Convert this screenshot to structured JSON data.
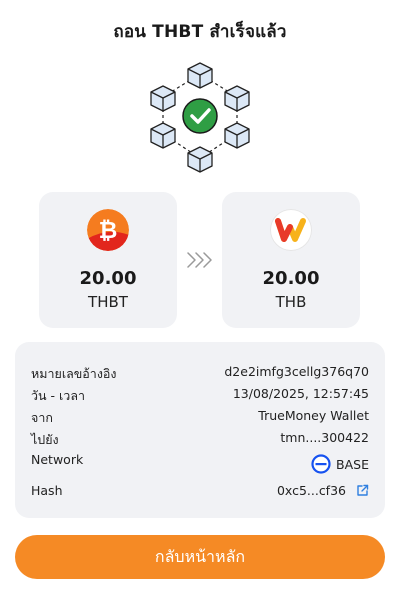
{
  "header": {
    "title": "ถอน THBT สำเร็จแล้ว"
  },
  "from": {
    "amount": "20.00",
    "currency": "THBT",
    "icon": "thbt-bitcoin-coin-icon",
    "color": "#f57c1f"
  },
  "to": {
    "amount": "20.00",
    "currency": "THB",
    "icon": "truemoney-logo-icon",
    "color": "#e83a2a"
  },
  "details": {
    "reference": {
      "label": "หมายเลขอ้างอิง",
      "value": "d2e2imfg3cellg376q70"
    },
    "datetime": {
      "label": "วัน - เวลา",
      "value": "13/08/2025, 12:57:45"
    },
    "from": {
      "label": "จาก",
      "value": "TrueMoney Wallet"
    },
    "to": {
      "label": "ไปยัง",
      "value": "tmn....300422"
    },
    "network": {
      "label": "Network",
      "value": "BASE",
      "icon": "base-network-icon",
      "color": "#1652f0"
    },
    "hash": {
      "label": "Hash",
      "value": "0xc5...cf36",
      "icon": "external-link-icon",
      "color": "#2f7fe0"
    }
  },
  "actions": {
    "home_label": "กลับหน้าหลัก",
    "color": "#f58a25"
  },
  "colors": {
    "success": "#2f9e44",
    "card_bg": "#f1f2f5"
  }
}
